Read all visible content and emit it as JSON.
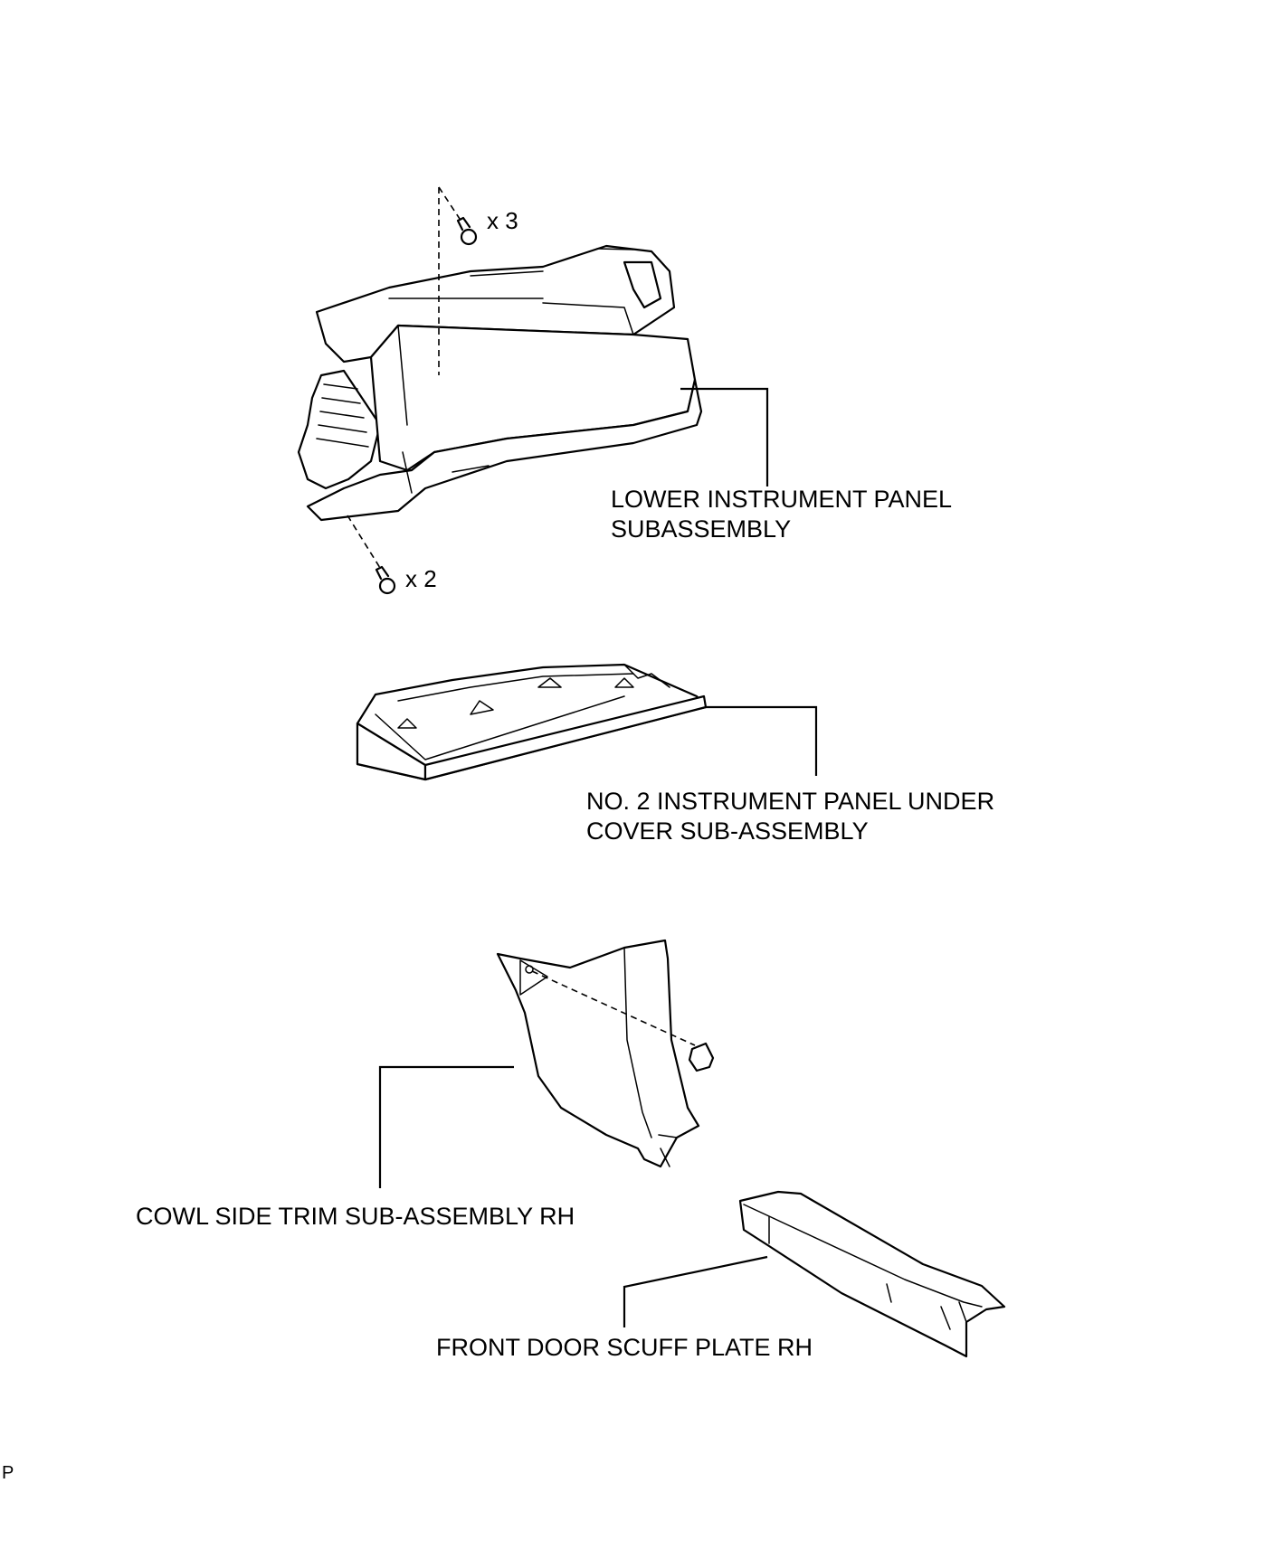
{
  "labels": {
    "lower_panel_line1": "LOWER INSTRUMENT PANEL",
    "lower_panel_line2": "SUBASSEMBLY",
    "under_cover_line1": "NO. 2 INSTRUMENT PANEL UNDER",
    "under_cover_line2": "COVER SUB-ASSEMBLY",
    "cowl_trim": "COWL SIDE TRIM SUB-ASSEMBLY RH",
    "scuff_plate": "FRONT DOOR SCUFF PLATE RH"
  },
  "fasteners": {
    "upper_screws_qty": "x 3",
    "lower_screws_qty": "x 2"
  },
  "corner_code": "P"
}
